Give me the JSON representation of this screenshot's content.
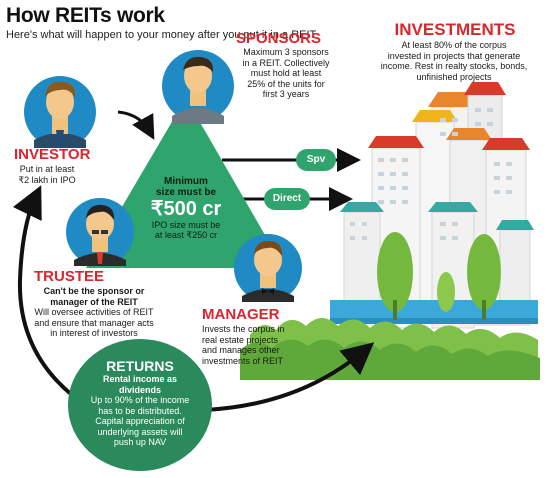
{
  "title": "How REITs work",
  "subtitle": "Here's what will happen to your money after you put it in a REIT",
  "investor": {
    "heading": "INVESTOR",
    "line1": "Put in at least",
    "line2": "₹2 lakh in IPO"
  },
  "sponsors": {
    "heading": "SPONSORS",
    "lines": [
      "Maximum 3 sponsors",
      "in a REIT. Collectively",
      "must hold at least",
      "25% of the units for",
      "first 3 years"
    ]
  },
  "investments": {
    "heading": "INVESTMENTS",
    "lines": [
      "At least 80% of the corpus",
      "invested in projects that generate",
      "income. Rest in realty stocks, bonds,",
      "unfinished projects"
    ]
  },
  "triangle": {
    "line1": "Minimum",
    "line2": "size must be",
    "amount": "₹500 cr",
    "line3": "IPO size must be",
    "line4": "at least ₹250 cr"
  },
  "flows": {
    "spv_label": "Spv",
    "direct_label": "Direct"
  },
  "trustee": {
    "heading": "TRUSTEE",
    "bold_lines": [
      "Can't be the sponsor or",
      "manager of the REIT"
    ],
    "lines": [
      "Will oversee activities of REIT",
      "and ensure that manager acts",
      "in interest of investors"
    ]
  },
  "manager": {
    "heading": "MANAGER",
    "lines": [
      "Invests the corpus in",
      "real estate projects",
      "and manages other",
      "investments of REIT"
    ]
  },
  "returns": {
    "heading": "RETURNS",
    "bold_lines": [
      "Rental income as",
      "dividends"
    ],
    "lines": [
      "Up to 90% of the income",
      "has to be distributed.",
      "Capital appreciation of",
      "underlying assets will",
      "push up NAV"
    ]
  },
  "colors": {
    "accent_red": "#d8262e",
    "triangle_green": "#2fa46d",
    "returns_green": "#2a8a5c",
    "spv_pill": "#2fa46d",
    "avatar_blue": "#1f8ac4",
    "tree_green": "#74b93e",
    "base_blue": "#3aa9d9",
    "roof_orange": "#e8862e",
    "roof_red": "#d93b2b",
    "roof_teal": "#36a9a3",
    "roof_yellow": "#f1b51c"
  },
  "icons": [
    "investor-avatar-icon",
    "sponsor-avatar-icon",
    "trustee-avatar-icon",
    "manager-avatar-icon",
    "buildings-illustration",
    "tree-icon",
    "arrow-icon"
  ]
}
